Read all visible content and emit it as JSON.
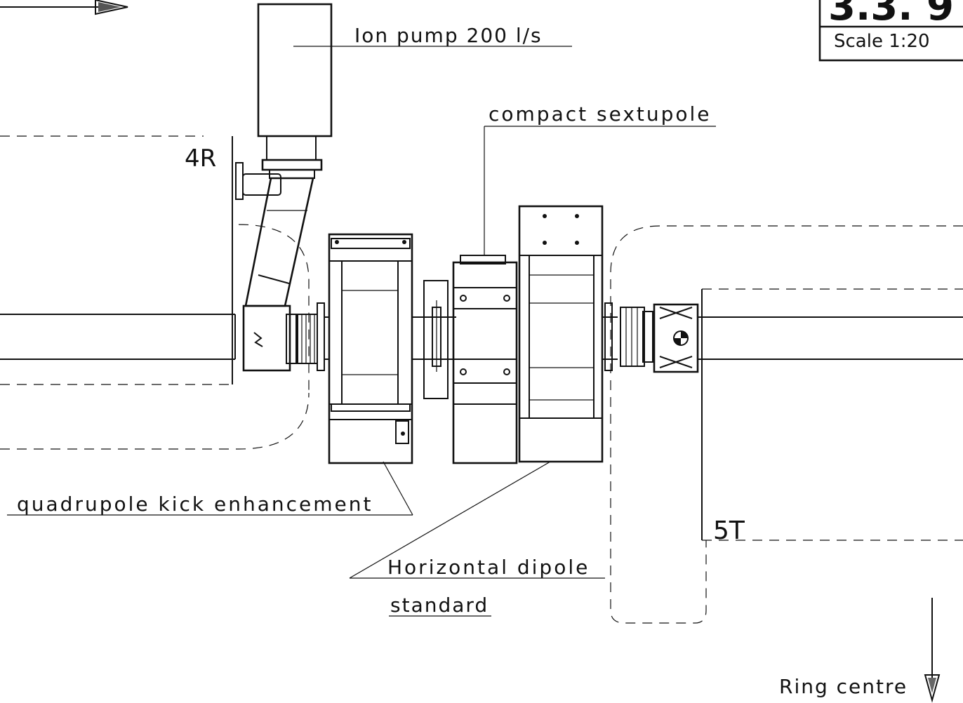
{
  "labels": {
    "ion_pump": "Ion pump 200 l/s",
    "compact_sextupole": "compact sextupole",
    "section_4r": "4R",
    "quadrupole_kick": "quadrupole kick enhancement",
    "horizontal_dipole": "Horizontal dipole",
    "dipole_standard": "standard",
    "section_5t": "5T",
    "ring_centre": "Ring centre"
  },
  "title_block": {
    "drawing_number": "3.3. 9",
    "scale": "Scale 1:20"
  },
  "symbols": [
    "beam-direction-arrow-icon",
    "ring-centre-arrow-icon"
  ]
}
